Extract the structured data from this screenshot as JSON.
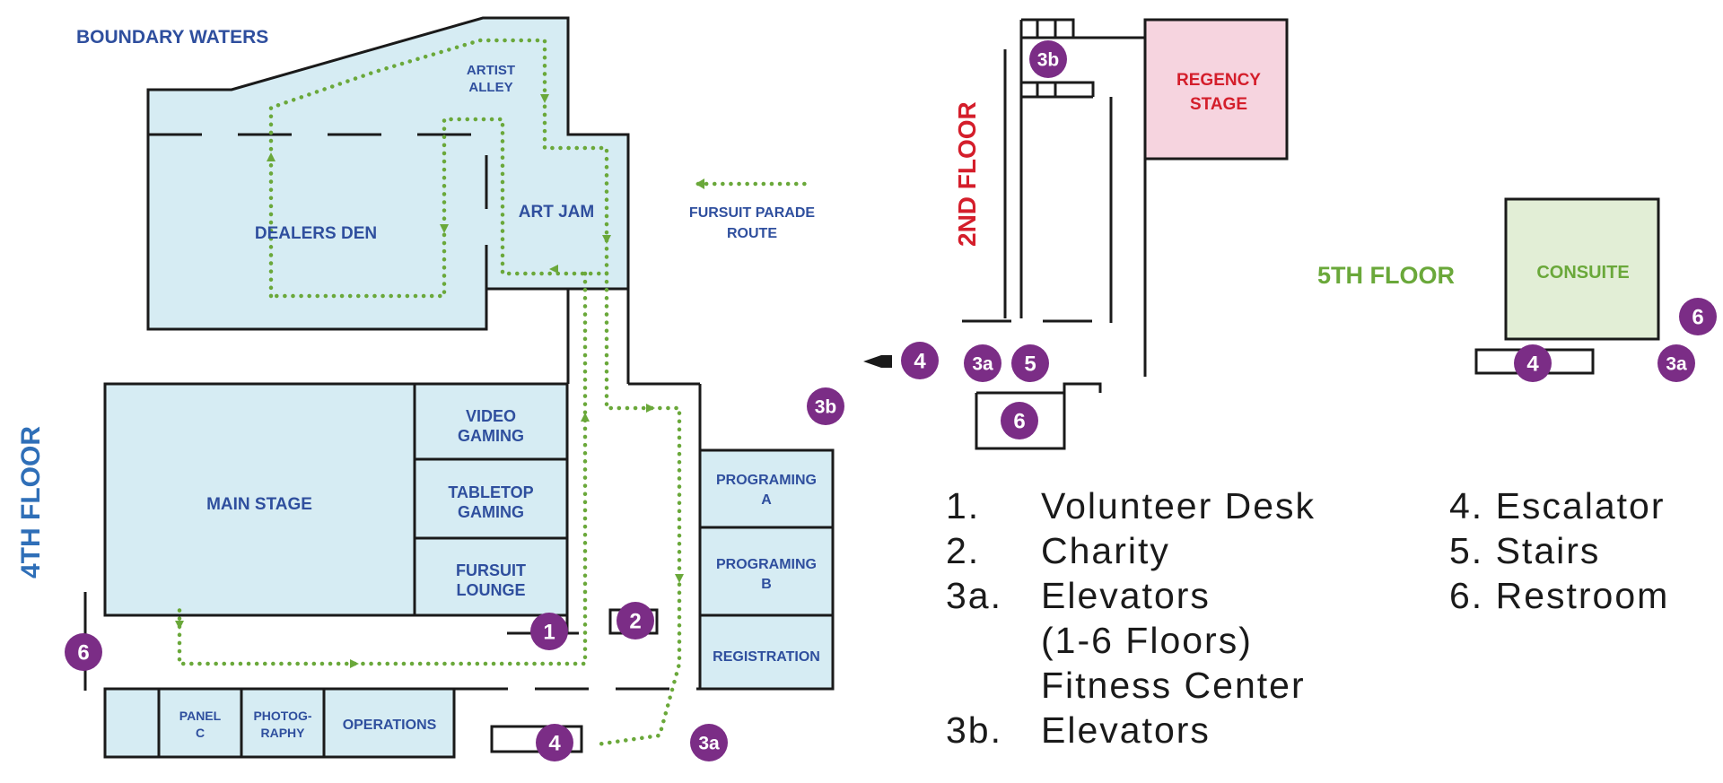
{
  "colors": {
    "room_fill": "#d6ecf3",
    "route_green": "#6aa83a",
    "badge_purple": "#7b2d86",
    "label_blue": "#2f4f9e",
    "second_floor_red": "#d41e2b",
    "regency_fill": "#f6d4df",
    "fifth_floor_green": "#6aa83a",
    "consuite_fill": "#e2eed6"
  },
  "floors": {
    "fourth": "4TH FLOOR",
    "second": "2ND FLOOR",
    "fifth": "5TH FLOOR"
  },
  "area_labels": {
    "boundary_waters": "BOUNDARY WATERS",
    "artist_alley_1": "ARTIST",
    "artist_alley_2": "ALLEY",
    "dealers_den": "DEALERS DEN",
    "art_jam": "ART JAM",
    "parade_1": "FURSUIT PARADE",
    "parade_2": "ROUTE",
    "main_stage": "MAIN STAGE",
    "video_gaming_1": "VIDEO",
    "video_gaming_2": "GAMING",
    "tabletop_1": "TABLETOP",
    "tabletop_2": "GAMING",
    "fursuit_lounge_1": "FURSUIT",
    "fursuit_lounge_2": "LOUNGE",
    "programing_a_1": "PROGRAMING",
    "programing_a_2": "A",
    "programing_b_1": "PROGRAMING",
    "programing_b_2": "B",
    "registration": "REGISTRATION",
    "panel_c_1": "PANEL",
    "panel_c_2": "C",
    "photography_1": "PHOTOG-",
    "photography_2": "RAPHY",
    "operations": "OPERATIONS",
    "regency_1": "REGENCY",
    "regency_2": "STAGE",
    "consuite": "CONSUITE"
  },
  "badges": {
    "b1": "1",
    "b2": "2",
    "b3a": "3a",
    "b3b": "3b",
    "b4": "4",
    "b5": "5",
    "b6": "6"
  },
  "legend": [
    {
      "num": "1.",
      "text": "Volunteer Desk"
    },
    {
      "num": "2.",
      "text": "Charity"
    },
    {
      "num": "3a.",
      "text": "Elevators"
    },
    {
      "num": "",
      "text": "(1-6 Floors)"
    },
    {
      "num": "",
      "text": "Fitness Center"
    },
    {
      "num": "3b.",
      "text": "Elevators"
    }
  ],
  "legend_right": [
    {
      "text": "4. Escalator"
    },
    {
      "text": "5. Stairs"
    },
    {
      "text": "6. Restroom"
    }
  ]
}
